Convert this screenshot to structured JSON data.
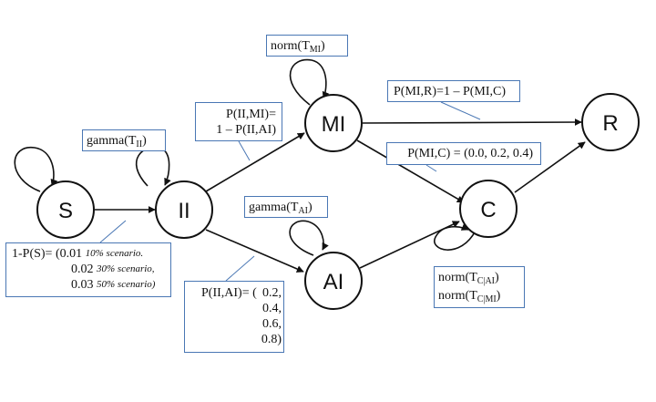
{
  "nodes": {
    "S": "S",
    "II": "II",
    "MI": "MI",
    "AI": "AI",
    "C": "C",
    "R": "R"
  },
  "labels": {
    "norm_mi": {
      "pre": "norm(T",
      "sub": "MI",
      "post": ")"
    },
    "gamma_ii": {
      "pre": "gamma(T",
      "sub": "II",
      "post": ")"
    },
    "gamma_ai": {
      "pre": "gamma(T",
      "sub": "AI",
      "post": ")"
    },
    "p_ii_mi": {
      "line1": "P(II,MI)=",
      "line2": "1 – P(II,AI)"
    },
    "p_mi_r": "P(MI,R)=1 – P(MI,C)",
    "p_mi_c": "P(MI,C) = (0.0, 0.2, 0.4)",
    "p_s": {
      "prefix": "1-P(S)= (",
      "rows": [
        {
          "value": "0.01",
          "note": "10% scenario."
        },
        {
          "value": "0.02",
          "note": "30% scenario,"
        },
        {
          "value": "0.03",
          "note": "50% scenario)"
        }
      ]
    },
    "p_ii_ai": {
      "prefix": "P(II,AI)= (",
      "values": [
        "0.2,",
        "0.4,",
        "0.6,",
        "0.8)"
      ]
    },
    "norm_c": [
      {
        "pre": "norm(T",
        "sub": "C|AI",
        "post": ")"
      },
      {
        "pre": "norm(T",
        "sub": "C|MI",
        "post": ")"
      }
    ]
  }
}
